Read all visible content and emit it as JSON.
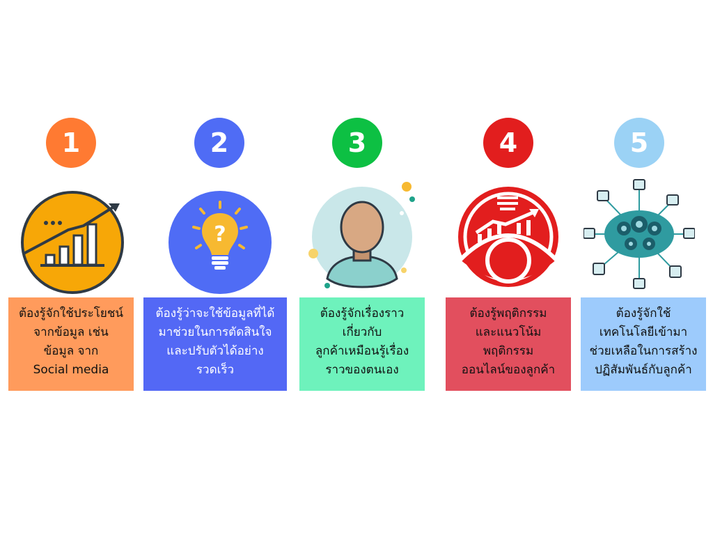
{
  "steps": [
    {
      "number": "1",
      "number_color": "#FF7A32",
      "box_color": "#FF9B5C",
      "text_color": "#111111",
      "icon": "growth-chart-icon",
      "lines": [
        "ต้องรู้จักใช้ประโยชน์",
        "จากข้อมูล เช่น",
        "ข้อมูล จาก",
        "Social media"
      ]
    },
    {
      "number": "2",
      "number_color": "#4F6CF5",
      "box_color": "#5368F5",
      "text_color": "#FFFFFF",
      "icon": "lightbulb-question-icon",
      "lines": [
        "ต้องรู้ว่าจะใช้ข้อมูลที่ได้",
        "มาช่วยในการตัดสินใจ",
        "และปรับตัวได้อย่าง",
        "รวดเร็ว"
      ]
    },
    {
      "number": "3",
      "number_color": "#0DC043",
      "box_color": "#6EF2BC",
      "text_color": "#111111",
      "icon": "person-avatar-icon",
      "lines": [
        "ต้องรู้จักเรื่องราว",
        "เกี่ยวกับ",
        "ลูกค้าเหมือนรู้เรื่อง",
        "ราวของตนเอง"
      ]
    },
    {
      "number": "4",
      "number_color": "#E21E1E",
      "box_color": "#E24F5E",
      "text_color": "#111111",
      "icon": "eye-analytics-icon",
      "lines": [
        "ต้องรู้พฤติกรรม",
        "และแนวโน้ม",
        "พฤติกรรม",
        "ออนไลน์ของลูกค้า"
      ]
    },
    {
      "number": "5",
      "number_color": "#9BD2F5",
      "box_color": "#9DCBFC",
      "text_color": "#111111",
      "icon": "gear-network-icon",
      "lines": [
        "ต้องรู้จักใช้",
        "เทคโนโลยีเข้ามา",
        "ช่วยเหลือในการสร้าง",
        "ปฏิสัมพันธ์กับลูกค้า"
      ]
    }
  ]
}
